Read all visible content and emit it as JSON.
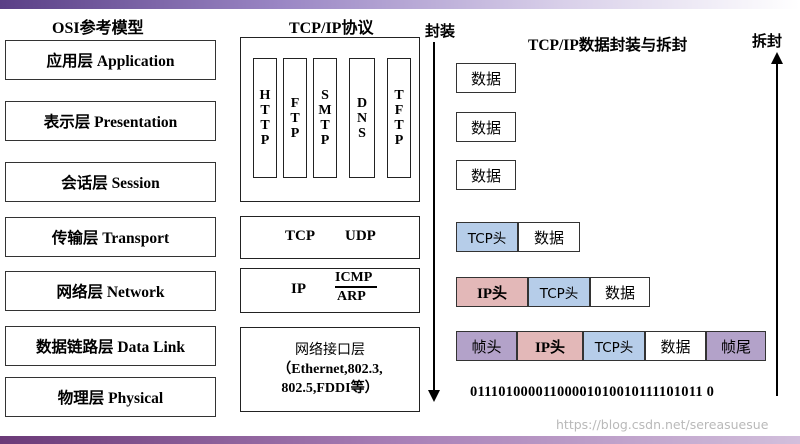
{
  "osi": {
    "title": "OSI参考模型",
    "layers": [
      "应用层 Application",
      "表示层 Presentation",
      "会话层 Session",
      "传输层 Transport",
      "网络层 Network",
      "数据链路层 Data Link",
      "物理层 Physical"
    ]
  },
  "tcpip": {
    "title": "TCP/IP协议",
    "app_protocols": [
      {
        "name": "HTTP",
        "letters": [
          "H",
          "T",
          "T",
          "P"
        ]
      },
      {
        "name": "FTP",
        "letters": [
          "F",
          "T",
          "P"
        ]
      },
      {
        "name": "SMTP",
        "letters": [
          "S",
          "M",
          "T",
          "P"
        ]
      },
      {
        "name": "DNS",
        "letters": [
          "D",
          "N",
          "S"
        ]
      },
      {
        "name": "TFTP",
        "letters": [
          "T",
          "F",
          "T",
          "P"
        ]
      }
    ],
    "transport": [
      "TCP",
      "UDP"
    ],
    "network": {
      "ip": "IP",
      "icmp": "ICMP",
      "arp": "ARP"
    },
    "link": {
      "line1": "网络接口层",
      "line2": "（Ethernet,802.3,",
      "line3": "802.5,FDDI等）"
    }
  },
  "encap": {
    "label": "封装",
    "title": "TCP/IP数据封装与拆封",
    "decap_label": "拆封",
    "data": "数据",
    "tcp_header": "TCP头",
    "ip_header": "IP头",
    "frame_header": "帧头",
    "frame_trailer": "帧尾",
    "bits": "01110100001100001010010111101011 0"
  },
  "colors": {
    "tcp_header": "#b6cde9",
    "ip_header": "#e3b8b8",
    "frame": "#b3a2c9",
    "top_bar": "#5a3f86",
    "bottom_bar": "#6b3a78"
  },
  "watermark": "https://blog.csdn.net/sereasuesue"
}
